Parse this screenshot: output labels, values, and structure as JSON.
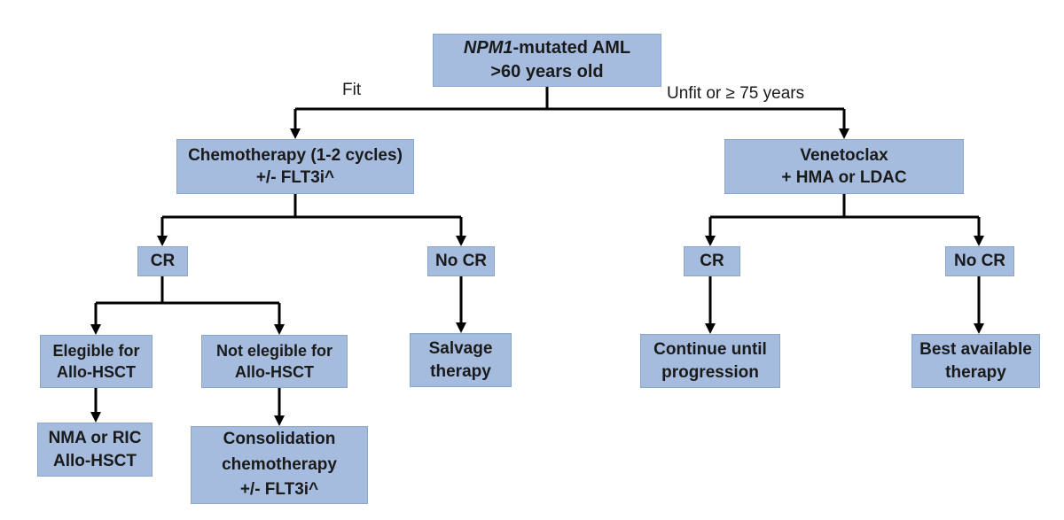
{
  "colors": {
    "node_fill": "#a5bcdf",
    "node_border": "#8aa6cd",
    "connector": "#000000",
    "text": "#1a1a1a",
    "background": "#ffffff"
  },
  "flowchart": {
    "root": {
      "gene": "NPM1",
      "gene_suffix": "-mutated AML",
      "line2": ">60 years old"
    },
    "branch_labels": {
      "fit": "Fit",
      "unfit": "Unfit or ≥ 75 years"
    },
    "nodes": {
      "chemo": {
        "line1": "Chemotherapy (1-2 cycles)",
        "line2": "+/- FLT3i^"
      },
      "venetoclax": {
        "line1": "Venetoclax",
        "line2": "+ HMA or LDAC"
      },
      "cr_left": {
        "line1": "CR"
      },
      "no_cr_left": {
        "line1": "No CR"
      },
      "cr_right": {
        "line1": "CR"
      },
      "no_cr_right": {
        "line1": "No CR"
      },
      "eligible": {
        "line1": "Elegible for",
        "line2": "Allo-HSCT"
      },
      "not_eligible": {
        "line1": "Not elegible for",
        "line2": "Allo-HSCT"
      },
      "salvage": {
        "line1": "Salvage",
        "line2": "therapy"
      },
      "nma_ric": {
        "line1": "NMA or RIC",
        "line2": "Allo-HSCT"
      },
      "consolidation": {
        "line1": "Consolidation",
        "line2": "chemotherapy",
        "line3": "+/- FLT3i^"
      },
      "continue_tx": {
        "line1": "Continue until",
        "line2": "progression"
      },
      "best_available": {
        "line1": "Best available",
        "line2": "therapy"
      }
    }
  }
}
